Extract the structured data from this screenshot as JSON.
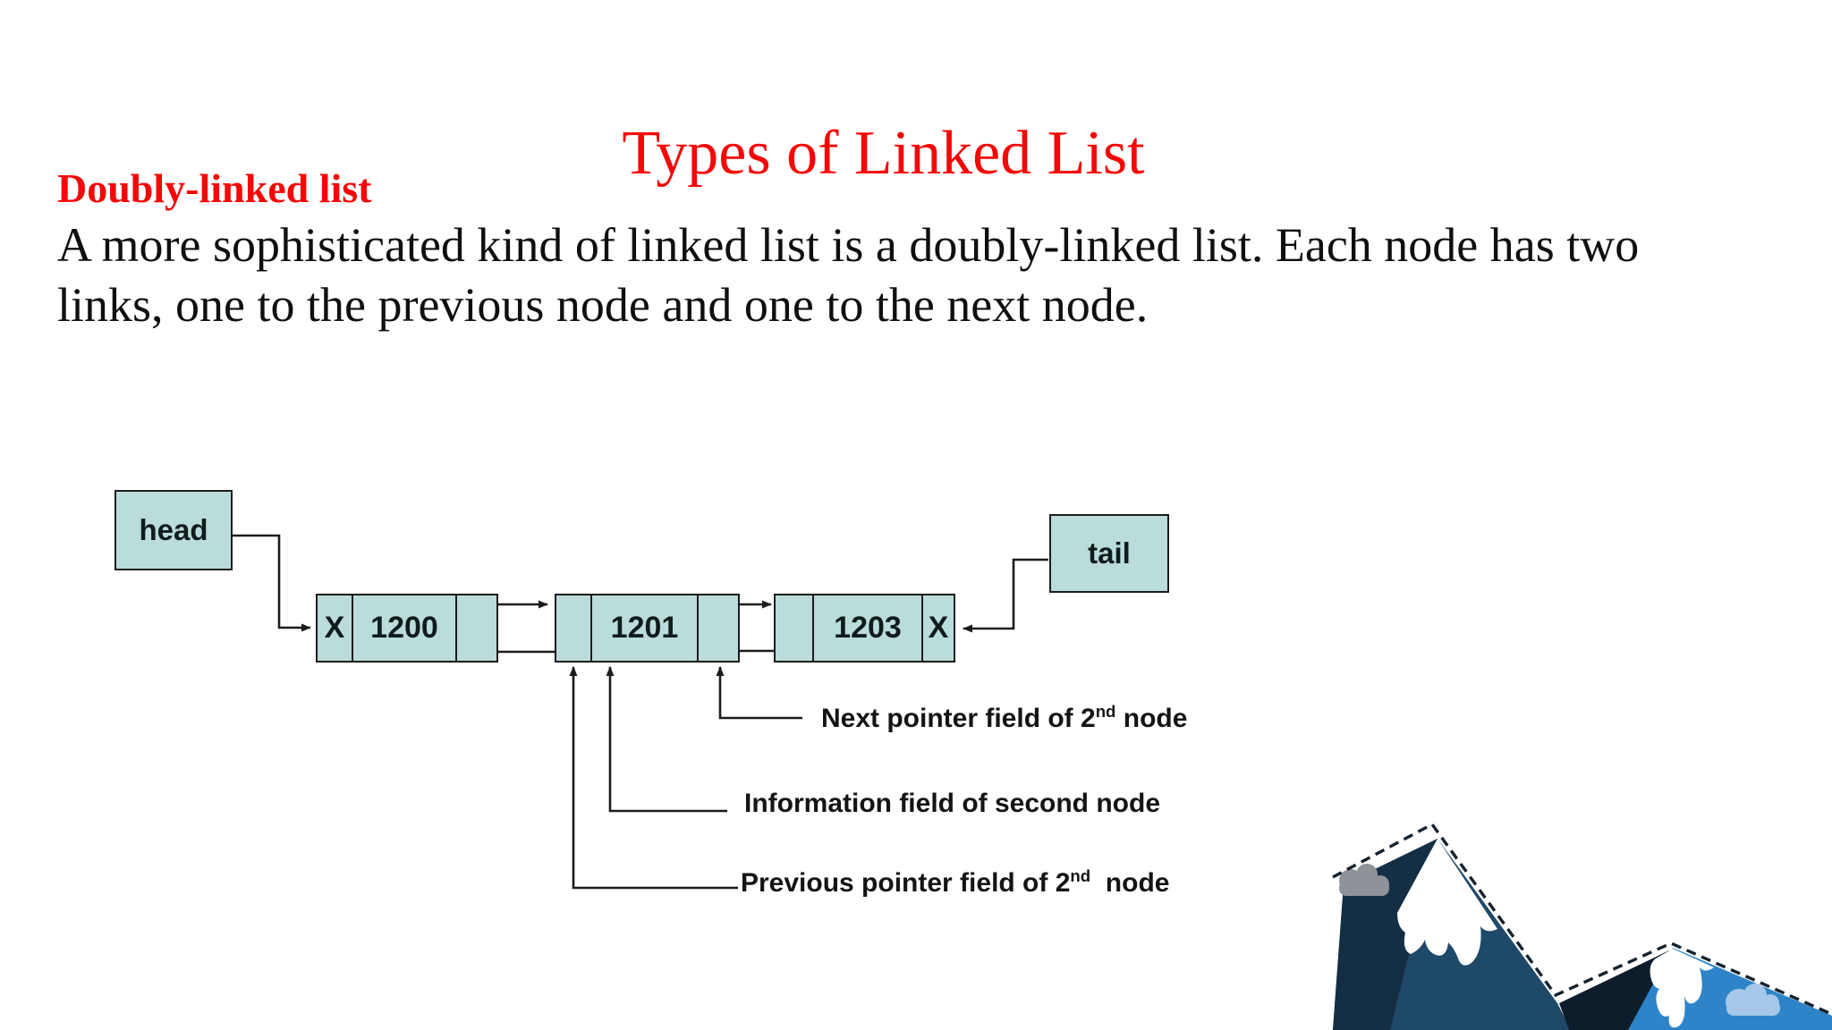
{
  "slide": {
    "title": "Types of Linked List",
    "heading": "Doubly-linked list",
    "paragraph": {
      "line1": "A more sophisticated kind of linked list is a doubly-linked list. Each node has two",
      "line2": "links, one to the previous node and one to the next node."
    }
  },
  "diagram": {
    "head_label": "head",
    "tail_label": "tail",
    "nodes": [
      {
        "prev": "X",
        "info": "1200",
        "next": ""
      },
      {
        "prev": "",
        "info": "1201",
        "next": ""
      },
      {
        "prev": "",
        "info": "1203",
        "next": "X"
      }
    ],
    "annotations": [
      {
        "before": "Next pointer field of 2",
        "sup": "nd",
        "after": " node"
      },
      {
        "before": "Information field of second node",
        "sup": "",
        "after": ""
      },
      {
        "before": "Previous pointer field of 2",
        "sup": "nd",
        "after": "  node"
      }
    ]
  },
  "colors": {
    "title_red": "#f60606",
    "body_text": "#0f0f0f",
    "node_fill": "#badcdb",
    "node_border": "#1c1c1c",
    "connector": "#1c1c1c",
    "label_text": "#141414",
    "mountain_main": "#1f4968",
    "mountain_shadow": "#142e44",
    "mountain_valley": "#0d1d2c",
    "mountain_blue": "#2d84c8",
    "cloud_gray": "#8d9398",
    "cloud_blue": "#a5c8e8",
    "snow": "#ffffff",
    "dash": "#15222e"
  }
}
